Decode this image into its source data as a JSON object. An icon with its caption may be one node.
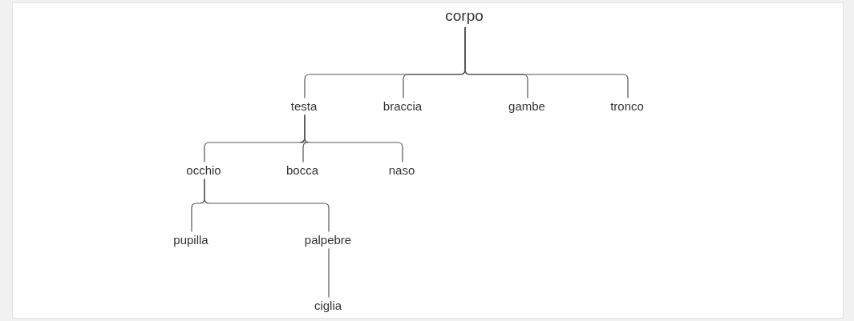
{
  "diagram": {
    "nodes": [
      {
        "text": [
          "corpo"
        ]
      },
      {
        "text": [
          "testa"
        ]
      },
      {
        "text": [
          "braccia"
        ]
      },
      {
        "text": [
          "gambe"
        ]
      },
      {
        "text": [
          "tronco"
        ]
      },
      {
        "text": [
          "occhio"
        ]
      },
      {
        "text": [
          "bocca"
        ]
      },
      {
        "text": [
          "naso"
        ]
      },
      {
        "text": [
          "pupilla"
        ]
      },
      {
        "text": [
          "palpebre"
        ]
      },
      {
        "text": [
          "ciglia"
        ]
      }
    ],
    "edges": [
      {
        "from": 0,
        "to": 1,
        "arrow": "none"
      },
      {
        "from": 0,
        "to": 2,
        "arrow": "none"
      },
      {
        "from": 0,
        "to": 3,
        "arrow": "none"
      },
      {
        "from": 0,
        "to": 4,
        "arrow": "none"
      },
      {
        "from": 1,
        "to": 5,
        "arrow": "none"
      },
      {
        "from": 1,
        "to": 6,
        "arrow": "none"
      },
      {
        "from": 1,
        "to": 7,
        "arrow": "none"
      },
      {
        "from": 5,
        "to": 8,
        "arrow": "none"
      },
      {
        "from": 5,
        "to": 9,
        "arrow": "none"
      },
      {
        "from": 9,
        "to": 10,
        "arrow": "none"
      }
    ]
  }
}
